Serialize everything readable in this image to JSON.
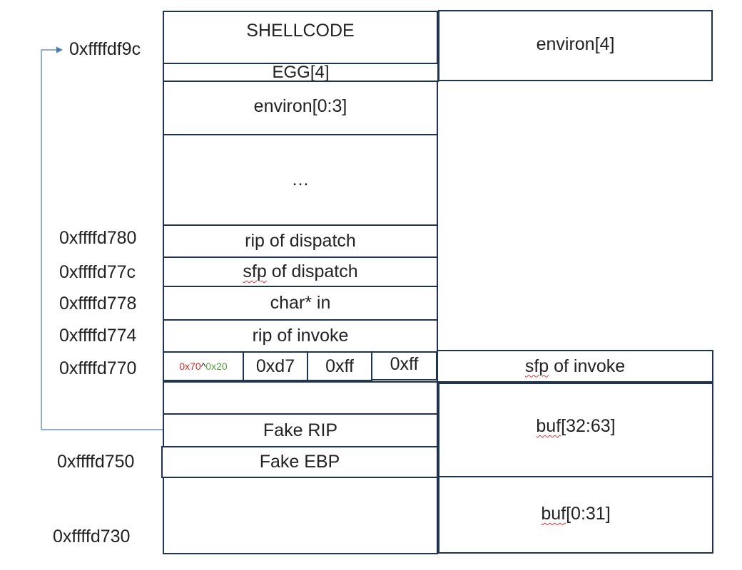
{
  "left_column": {
    "shellcode": "SHELLCODE",
    "egg": "EGG[4]",
    "environ_lo": "environ[0:3]",
    "ellipsis": "…",
    "rip_dispatch": "rip of dispatch",
    "sfp_dispatch_prefix": "sfp",
    "sfp_dispatch_suffix": " of dispatch",
    "char_in": "char* in",
    "rip_invoke": "rip of invoke",
    "byte_xor": {
      "a": "0x70",
      "op": "^",
      "b": "0x20"
    },
    "byte_d7": "0xd7",
    "byte_ff1": "0xff",
    "byte_ff2": "0xff",
    "fake_rip": "Fake RIP",
    "fake_ebp": "Fake EBP"
  },
  "right_column": {
    "environ_4": "environ[4]",
    "sfp_invoke_prefix": "sfp",
    "sfp_invoke_suffix": " of invoke",
    "buf_hi_prefix": "buf",
    "buf_hi_suffix": "[32:63]",
    "buf_lo_prefix": "buf",
    "buf_lo_suffix": "[0:31]"
  },
  "addresses": {
    "a_df9c": "0xffffdf9c",
    "a_d780": "0xffffd780",
    "a_d77c": "0xffffd77c",
    "a_d778": "0xffffd778",
    "a_d774": "0xffffd774",
    "a_d770": "0xffffd770",
    "a_d750": "0xffffd750",
    "a_d730": "0xffffd730"
  },
  "colors": {
    "border": "#1f3352",
    "arrow": "#4a7ab5",
    "xor_a": "#e8251f",
    "xor_b": "#4fa33b"
  }
}
